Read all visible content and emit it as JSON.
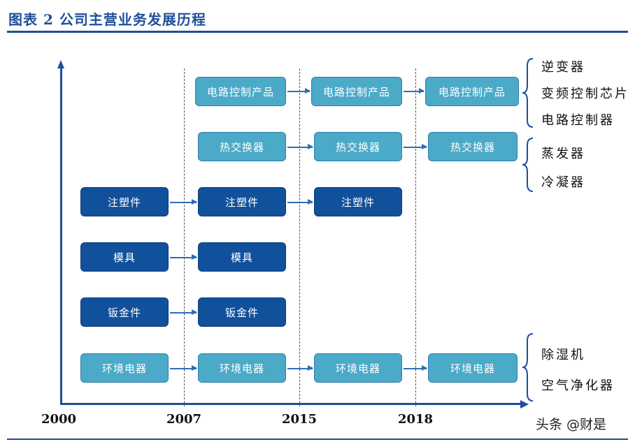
{
  "title": "图表 2   公司主营业务发展历程",
  "years": [
    "2000",
    "2007",
    "2015",
    "2018"
  ],
  "rows": [
    {
      "name": "row-circuit-control",
      "label": "电路控制产品"
    },
    {
      "name": "row-heat-exchanger",
      "label": "热交换器"
    },
    {
      "name": "row-injection",
      "label": "注塑件"
    },
    {
      "name": "row-mold",
      "label": "模具"
    },
    {
      "name": "row-sheet-metal",
      "label": "钣金件"
    },
    {
      "name": "row-environment",
      "label": "环境电器"
    }
  ],
  "braces": {
    "circuit_control": [
      "逆变器",
      "变频控制芯片",
      "电路控制器"
    ],
    "heat_exchanger": [
      "蒸发器",
      "冷凝器"
    ],
    "environment": [
      "除湿机",
      "空气净化器"
    ]
  },
  "watermark": "头条 @财是",
  "colors": {
    "dark_box": "#11509B",
    "light_box": "#4BAAC7",
    "axis": "#1F4E9A"
  }
}
